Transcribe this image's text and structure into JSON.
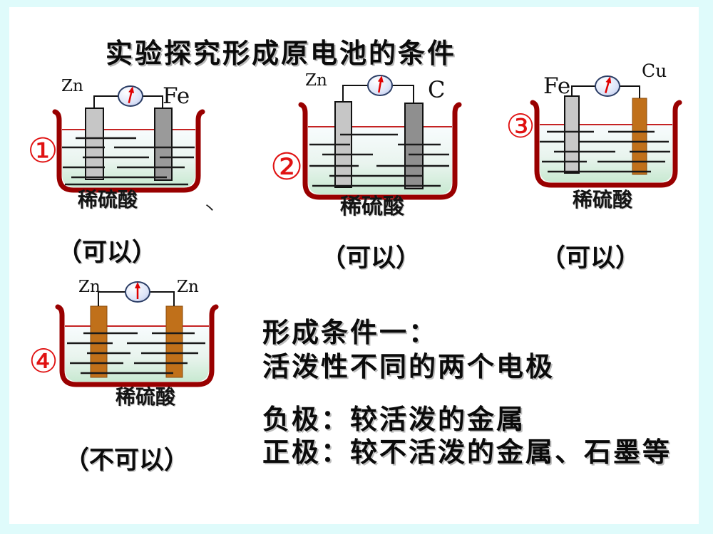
{
  "title": "实验探究形成原电池的条件",
  "cells": [
    {
      "number": "①",
      "left_electrode": "Zn",
      "right_electrode": "Fe",
      "solution_label": "稀硫酸",
      "verdict": "（可以）"
    },
    {
      "number": "②",
      "left_electrode": "Zn",
      "right_electrode": "C",
      "solution_label": "稀硫酸",
      "verdict": "（可以）"
    },
    {
      "number": "③",
      "left_electrode": "Fe",
      "right_electrode": "Cu",
      "solution_label": "稀硫酸",
      "verdict": "（可以）"
    },
    {
      "number": "④",
      "left_electrode": "Zn",
      "right_electrode": "Zn",
      "solution_label": "稀硫酸",
      "verdict": "（不可以）"
    }
  ],
  "conclusion": {
    "heading": "形成条件一：",
    "condition": "活泼性不同的两个电极",
    "negative_line": "负极：较活泼的金属",
    "positive_line": "正极：较不活泼的金属、石墨等"
  },
  "stray_mark": "丶",
  "colors": {
    "background": "#dffbfb",
    "surface": "#ffffff",
    "beaker_outline": "#990000",
    "liquid_surface_line": "#c52323",
    "liquid_top": "#f8fcfe",
    "liquid_bottom": "#c8e9d1",
    "zinc_electrode": "#c6c6c6",
    "iron_electrode": "#9a9a9a",
    "carbon_electrode": "#8f8f8f",
    "copper_electrode": "#c0701a",
    "number_red": "#e01212",
    "needle_red": "#e00000"
  }
}
